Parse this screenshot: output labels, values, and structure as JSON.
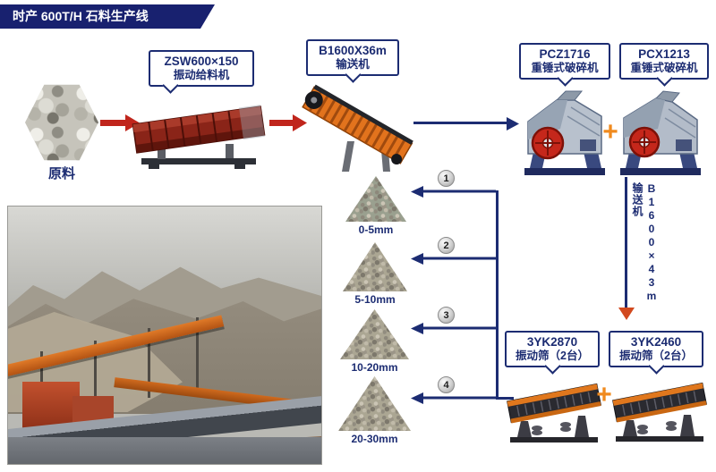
{
  "banner": {
    "title": "时产 600T/H 石料生产线"
  },
  "flow": {
    "raw_material": "原料",
    "feeder": {
      "model": "ZSW600×150",
      "name": "振动给料机"
    },
    "conveyor_main": {
      "model": "B1600X36m",
      "name": "输送机"
    },
    "crusher_left": {
      "model": "PCZ1716",
      "name": "重锤式破碎机"
    },
    "crusher_right": {
      "model": "PCX1213",
      "name": "重锤式破碎机"
    },
    "conveyor_vertical": "B1600×43m 输送机",
    "screen_left": {
      "model": "3YK2870",
      "name": "振动筛（2台）"
    },
    "screen_right": {
      "model": "3YK2460",
      "name": "振动筛（2台）"
    },
    "plus": "+"
  },
  "products": [
    {
      "num": "1",
      "size": "0-5mm"
    },
    {
      "num": "2",
      "size": "5-10mm"
    },
    {
      "num": "3",
      "size": "10-20mm"
    },
    {
      "num": "4",
      "size": "20-30mm"
    }
  ],
  "colors": {
    "navy": "#1c2c72",
    "red_arrow": "#c0251c",
    "orange": "#f08a1e",
    "down_arrow": "#d2491e"
  }
}
